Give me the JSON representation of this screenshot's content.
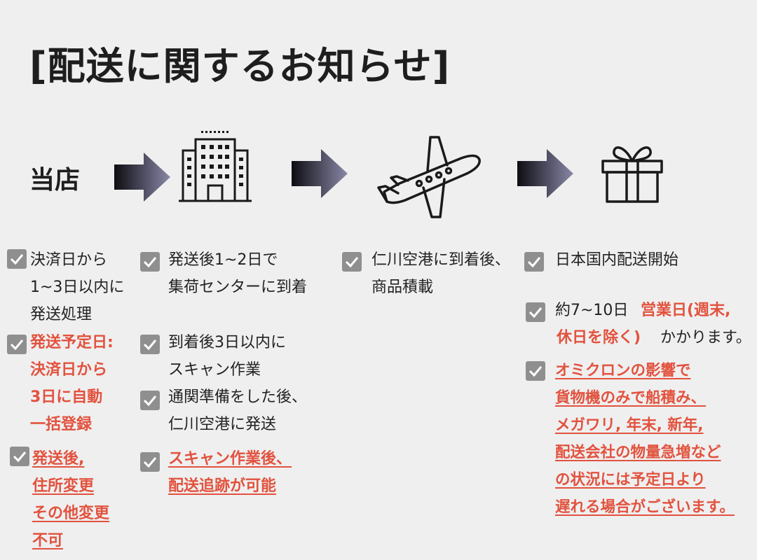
{
  "title": "[配送に関するお知らせ]",
  "origin_label": "当店",
  "colors": {
    "accent": "#e2523e",
    "check": "#8f8f8f",
    "background": "#efefef"
  },
  "icons": [
    "arrow-right-icon",
    "building-icon",
    "airplane-icon",
    "gift-box-icon"
  ],
  "col1": {
    "item1": "決済日から\n1~3日以内に\n発送処理",
    "item2": "発送予定日:\n決済日から\n3日に自動\n一括登録",
    "item3": "発送後,\n住所変更\nその他変更\n不可"
  },
  "col2": {
    "item1": "発送後1~2日で\n集荷センターに到着",
    "item2": "到着後3日以内に\nスキャン作業",
    "item3": "通関準備をした後、\n仁川空港に発送",
    "item4": "スキャン作業後、\n配送追跡が可能"
  },
  "col3": {
    "item1": "仁川空港に到着後、\n商品積載"
  },
  "col4": {
    "item1": "日本国内配送開始",
    "item2_prefix": "約7~10日",
    "item2_red1": "営業日(週末,",
    "item2_red2": "休日を除く)",
    "item2_suffix": "かかります。",
    "item3": "オミクロンの影響で\n貨物機のみで船積み、\nメガワリ, 年末, 新年,\n配送会社の物量急増など\nの状況には予定日より\n遅れる場合がございます。"
  }
}
